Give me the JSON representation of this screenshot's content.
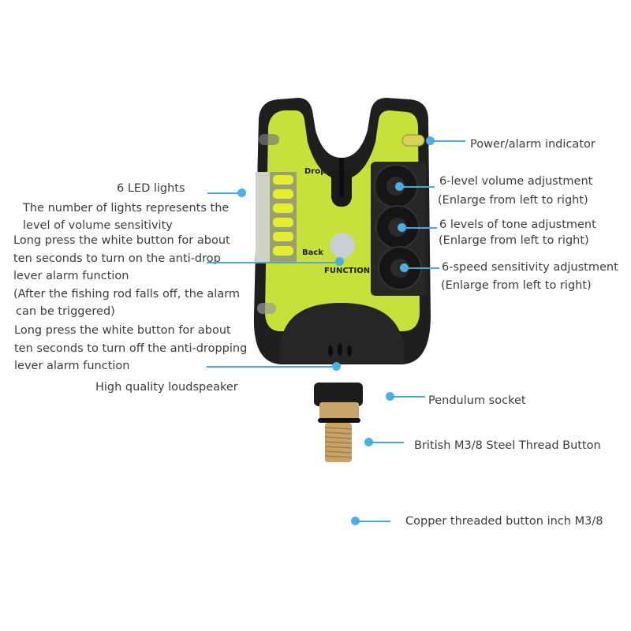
{
  "accent_color": "#4ab0e6",
  "device": {
    "body_color": "#c7e03a",
    "shell_color": "#1e1f1f",
    "drop_label": "Drop",
    "back_label": "Back",
    "function_label": "FUNCTION",
    "led_count": 6
  },
  "callouts": {
    "led_title": "6 LED lights",
    "led_desc_1": "The number of lights represents the",
    "led_desc_2": "level of volume sensitivity",
    "on_1": "Long press the white button for about",
    "on_2": "ten seconds to turn on the anti-drop",
    "on_3": "lever alarm function",
    "trig_1": "(After the fishing rod falls off, the alarm",
    "trig_2": "can be triggered)",
    "off_1": "Long press the white button for about",
    "off_2": "ten seconds to turn off the anti-dropping",
    "off_3": "lever alarm function",
    "speaker": "High quality loudspeaker",
    "power": "Power/alarm indicator",
    "volume": "6-level volume adjustment",
    "volume_sub": "(Enlarge from left to right)",
    "tone": "6 levels of tone adjustment",
    "tone_sub": "(Enlarge from left to right)",
    "sensitivity": "6-speed sensitivity adjustment",
    "sensitivity_sub": "(Enlarge from left to right)",
    "pendulum": "Pendulum socket",
    "thread": "British M3/8 Steel Thread Button",
    "copper": "Copper threaded button inch M3/8"
  }
}
